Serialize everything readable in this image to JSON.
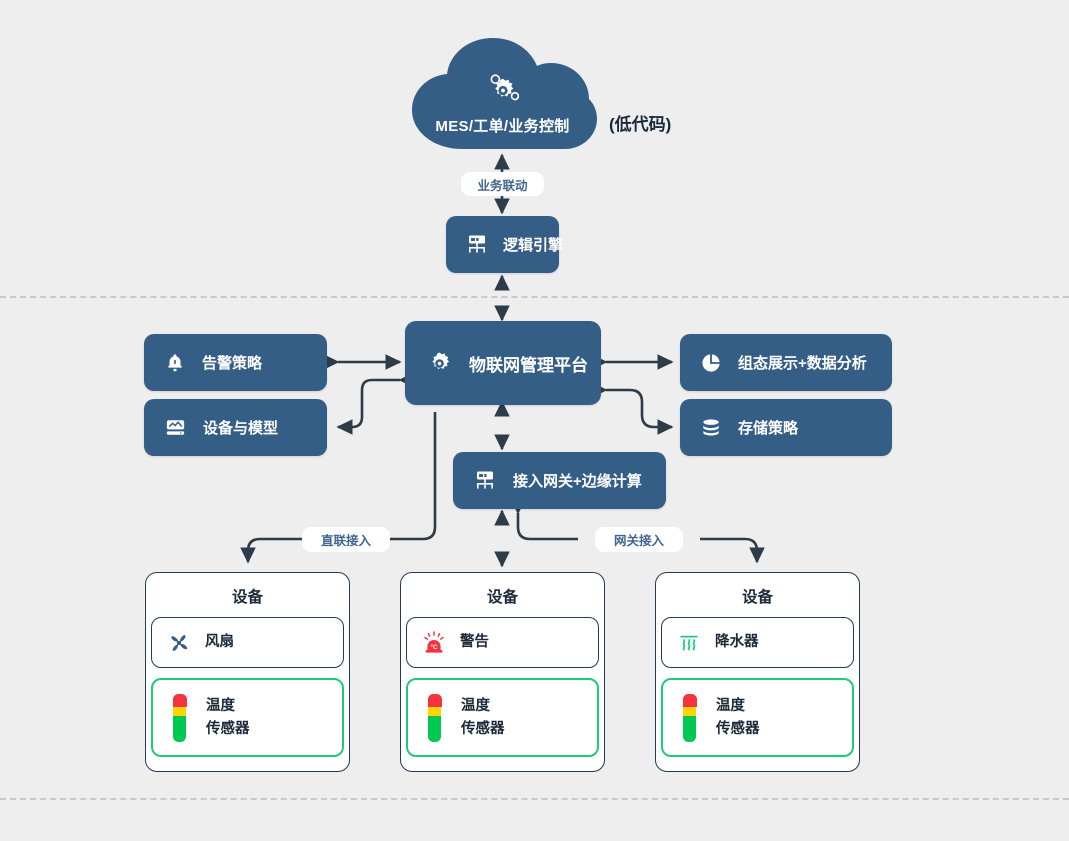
{
  "colors": {
    "background": "#eeeeee",
    "node_fill": "#355E86",
    "node_text": "#ffffff",
    "wire": "#2e3b48",
    "pill_text": "#41668f",
    "card_border": "#233b53",
    "sensor_border": "#1ecb7b",
    "alarm_red": "#f5333f",
    "sensor_green": "#00c853",
    "sensor_yellow": "#ffd500",
    "dashed_divider": "#c9c9c9"
  },
  "cloud": {
    "label": "MES/工单/业务控制",
    "icon": "gear-cloud-icon",
    "side_note": "(低代码)"
  },
  "wire_labels": {
    "business_link": "业务联动",
    "direct_access": "直联接入",
    "gateway_access": "网关接入"
  },
  "nodes": {
    "logic_engine": {
      "label": "逻辑引擎",
      "icon": "server-hub-icon"
    },
    "platform": {
      "label": "物联网管理平台",
      "icon": "gear-icon"
    },
    "alarm_policy": {
      "label": "告警策略",
      "icon": "bell-icon"
    },
    "device_model": {
      "label": "设备与模型",
      "icon": "device-model-icon"
    },
    "visual_analytics": {
      "label": "组态展示+数据分析",
      "icon": "pie-chart-icon"
    },
    "storage_policy": {
      "label": "存储策略",
      "icon": "database-icon"
    },
    "gateway": {
      "label": "接入网关+边缘计算",
      "icon": "server-hub-icon"
    }
  },
  "device_cards": [
    {
      "title": "设备",
      "primary": {
        "label": "风扇",
        "icon": "fan-icon"
      },
      "sensor": {
        "line1": "温度",
        "line2": "传感器",
        "icon": "temperature-sensor-icon"
      }
    },
    {
      "title": "设备",
      "primary": {
        "label": "警告",
        "icon": "alarm-siren-icon",
        "icon_text": "°C"
      },
      "sensor": {
        "line1": "温度",
        "line2": "传感器",
        "icon": "temperature-sensor-icon"
      }
    },
    {
      "title": "设备",
      "primary": {
        "label": "降水器",
        "icon": "humidifier-icon"
      },
      "sensor": {
        "line1": "温度",
        "line2": "传感器",
        "icon": "temperature-sensor-icon"
      }
    }
  ]
}
